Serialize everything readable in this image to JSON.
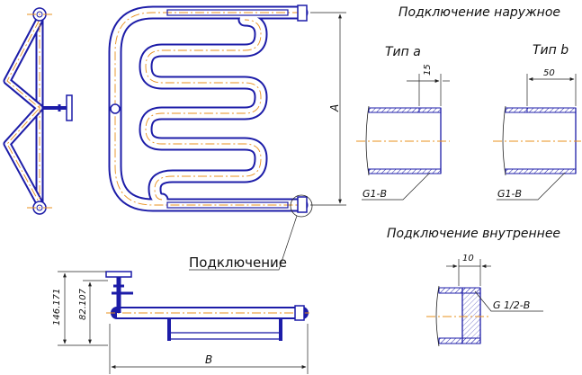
{
  "labels": {
    "external_title": "Подключение наружное",
    "type_a": "Тип а",
    "type_b": "Тип b",
    "dim_15": "15",
    "dim_50": "50",
    "thread_a": "G1-В",
    "thread_b": "G1-В",
    "internal_title": "Подключение внутреннее",
    "dim_10": "10",
    "thread_internal": "G 1/2-В",
    "connection": "Подключение",
    "dim_A": "А",
    "dim_B": "В",
    "dim_146": "146.171",
    "dim_82": "82.107"
  },
  "colors": {
    "pipe": "#1c1ca8",
    "axis": "#e8901e",
    "dimension": "#222222"
  }
}
